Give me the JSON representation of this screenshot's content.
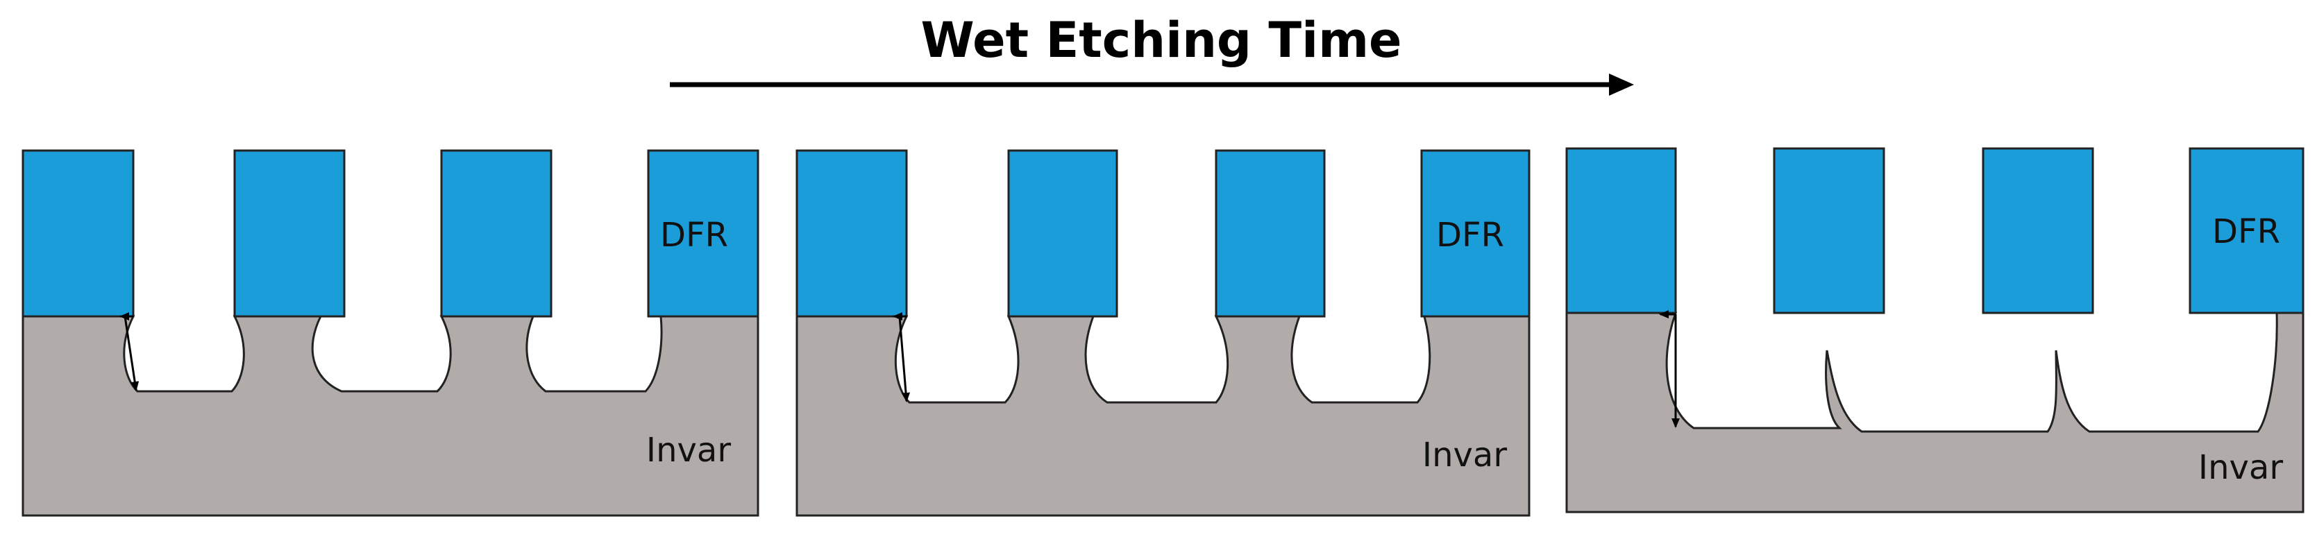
{
  "title": "Wet Etching Time",
  "colors": {
    "dfr": "#1A9DD9",
    "invar": "#B1ACAA",
    "outline": "#222222",
    "arrow": "#000000"
  },
  "panels": [
    {
      "mask_label": "DFR",
      "substrate_label": "Invar"
    },
    {
      "mask_label": "DFR",
      "substrate_label": "Invar"
    },
    {
      "mask_label": "DFR",
      "substrate_label": "Invar"
    }
  ]
}
